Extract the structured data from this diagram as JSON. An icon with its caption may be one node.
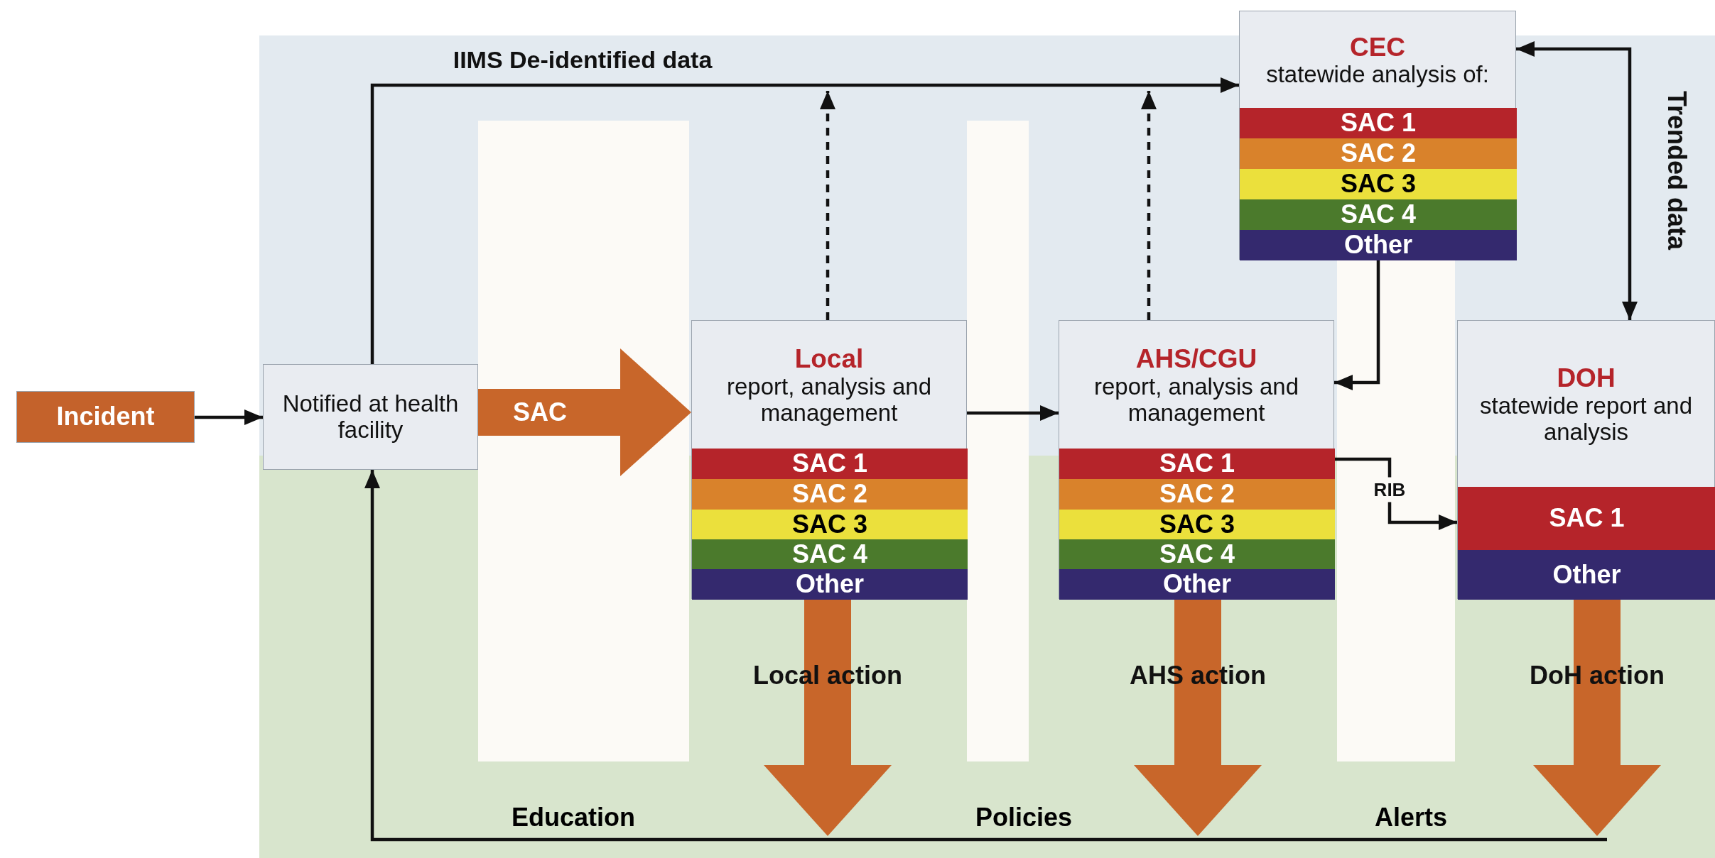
{
  "diagram": {
    "nodes": [
      {
        "text": [
          "Incident"
        ]
      },
      {
        "text": [
          "Notified at health facility"
        ]
      },
      {
        "text": [
          "Local",
          "report, analysis and management"
        ]
      },
      {
        "text": [
          "SAC 1"
        ],
        "in": 2
      },
      {
        "text": [
          "SAC 2"
        ],
        "in": 2
      },
      {
        "text": [
          "SAC 3"
        ],
        "in": 2
      },
      {
        "text": [
          "SAC 4"
        ],
        "in": 2
      },
      {
        "text": [
          "Other"
        ],
        "in": 2
      },
      {
        "text": [
          "AHS/CGU",
          "report, analysis and management"
        ]
      },
      {
        "text": [
          "SAC 1"
        ],
        "in": 8
      },
      {
        "text": [
          "SAC 2"
        ],
        "in": 8
      },
      {
        "text": [
          "SAC 3"
        ],
        "in": 8
      },
      {
        "text": [
          "SAC 4"
        ],
        "in": 8
      },
      {
        "text": [
          "Other"
        ],
        "in": 8
      },
      {
        "text": [
          "CEC",
          "statewide analysis of:"
        ]
      },
      {
        "text": [
          "SAC 1"
        ],
        "in": 14
      },
      {
        "text": [
          "SAC 2"
        ],
        "in": 14
      },
      {
        "text": [
          "SAC 3"
        ],
        "in": 14
      },
      {
        "text": [
          "SAC 4"
        ],
        "in": 14
      },
      {
        "text": [
          "Other"
        ],
        "in": 14
      },
      {
        "text": [
          "DOH",
          "statewide report and analysis"
        ]
      },
      {
        "text": [
          "SAC 1"
        ],
        "in": 20
      },
      {
        "text": [
          "Other"
        ],
        "in": 20
      }
    ],
    "edges": [
      {
        "from": 0,
        "to": 1,
        "arrow": "to"
      },
      {
        "from": 1,
        "to": 2,
        "arrow": "to",
        "label": "SAC",
        "style": "thick",
        "color": "#c8662a"
      },
      {
        "from": 1,
        "to": 14,
        "arrow": "to",
        "label": "IIMS De-identified data"
      },
      {
        "from": 2,
        "to": null,
        "arrow": "to",
        "style": "dashed"
      },
      {
        "from": 8,
        "to": null,
        "arrow": "to",
        "style": "dashed"
      },
      {
        "from": 2,
        "to": 8,
        "arrow": "to"
      },
      {
        "from": 14,
        "to": 8,
        "arrow": "to"
      },
      {
        "from": 8,
        "to": 20,
        "arrow": "to",
        "label": "RIB"
      },
      {
        "from": 14,
        "to": 20,
        "arrow": "both",
        "label": "Trended data"
      },
      {
        "from": 7,
        "to": null,
        "arrow": "to",
        "label": "Local action",
        "style": "thick",
        "color": "#c8662a"
      },
      {
        "from": 13,
        "to": null,
        "arrow": "to",
        "label": "AHS action",
        "style": "thick",
        "color": "#c8662a"
      },
      {
        "from": 22,
        "to": null,
        "arrow": "to",
        "label": "DoH action",
        "style": "thick",
        "color": "#c8662a"
      },
      {
        "from": null,
        "to": 1,
        "arrow": "to"
      }
    ],
    "labels": [
      "Education",
      "Policies",
      "Alerts"
    ]
  }
}
